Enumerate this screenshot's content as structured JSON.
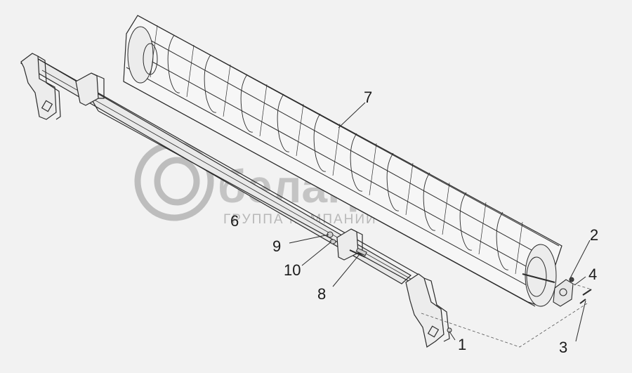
{
  "callouts": [
    "7",
    "6",
    "9",
    "10",
    "8",
    "1",
    "2",
    "4",
    "3"
  ],
  "watermark": {
    "brand": "белагро",
    "subtitle": "ГРУППА КОМПАНИЙ"
  },
  "colors": {
    "background": "#f2f2f2",
    "line": "#2b2b2b",
    "watermark": "#bdbdbd"
  }
}
